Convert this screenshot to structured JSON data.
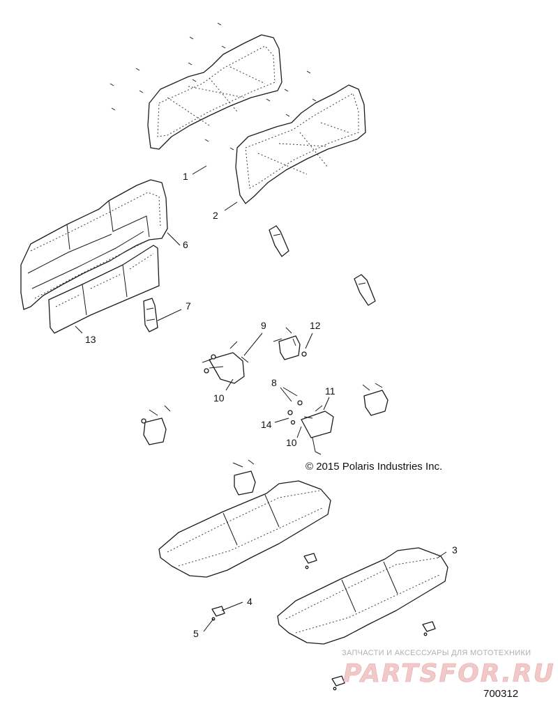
{
  "callouts": [
    {
      "label": "1"
    },
    {
      "label": "2"
    },
    {
      "label": "3"
    },
    {
      "label": "4"
    },
    {
      "label": "5"
    },
    {
      "label": "6"
    },
    {
      "label": "7"
    },
    {
      "label": "8"
    },
    {
      "label": "9"
    },
    {
      "label": "10"
    },
    {
      "label": "10"
    },
    {
      "label": "11"
    },
    {
      "label": "12"
    },
    {
      "label": "13"
    },
    {
      "label": "14"
    }
  ],
  "copyright": "© 2015 Polaris Industries Inc.",
  "figure_number": "700312",
  "watermark": {
    "tagline": "ЗАПЧАСТИ И АКСЕССУАРЫ ДЛЯ МОТОТЕХНИКИ",
    "brand": "PARTSFOR.RU"
  },
  "colors": {
    "line": "#1a1a1a",
    "watermark": "#f1c9c9"
  }
}
